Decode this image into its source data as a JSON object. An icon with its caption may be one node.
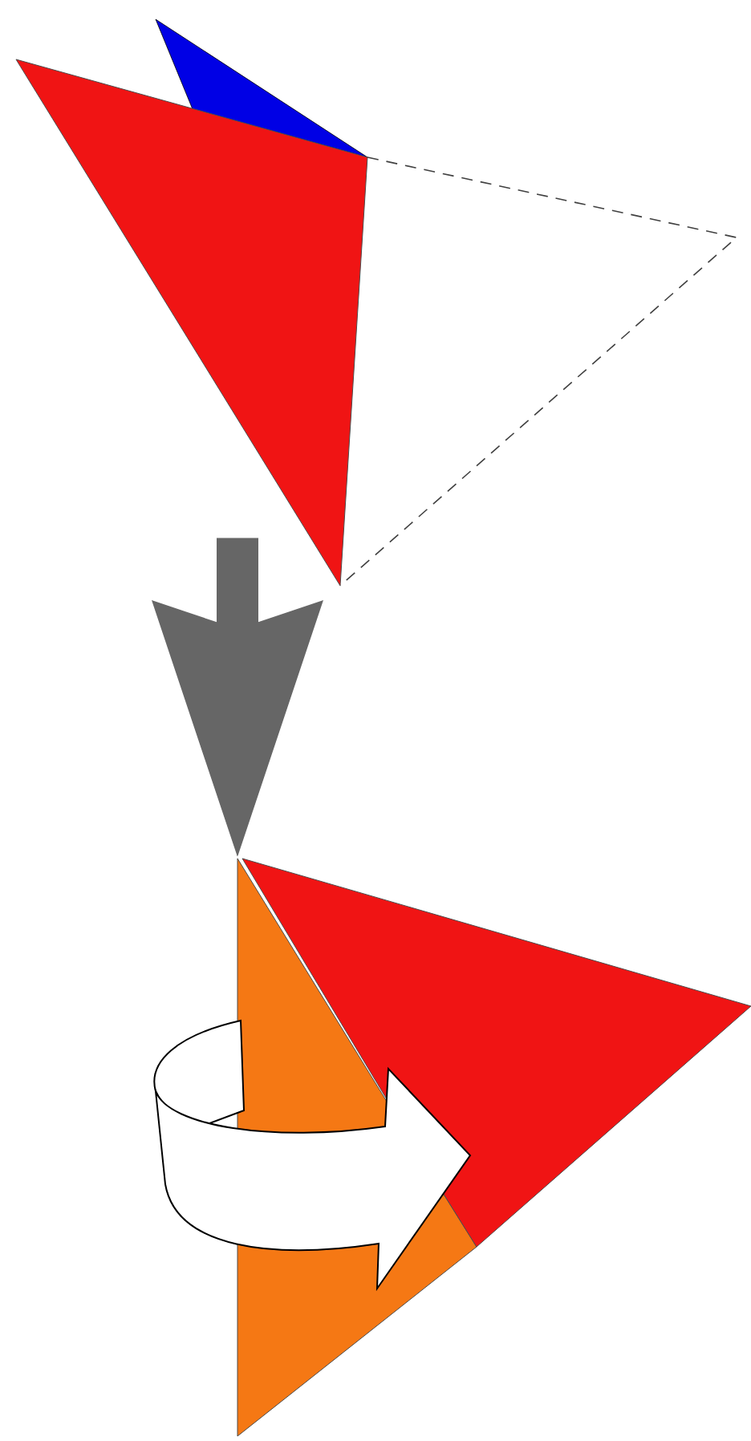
{
  "diagram": {
    "nodes": [
      {
        "text": [],
        "shape": "picture"
      },
      {
        "text": [],
        "shape": "picture"
      }
    ],
    "edges": [
      {
        "from": 0,
        "to": 1,
        "arrow": "to",
        "color": "#666666"
      }
    ]
  }
}
